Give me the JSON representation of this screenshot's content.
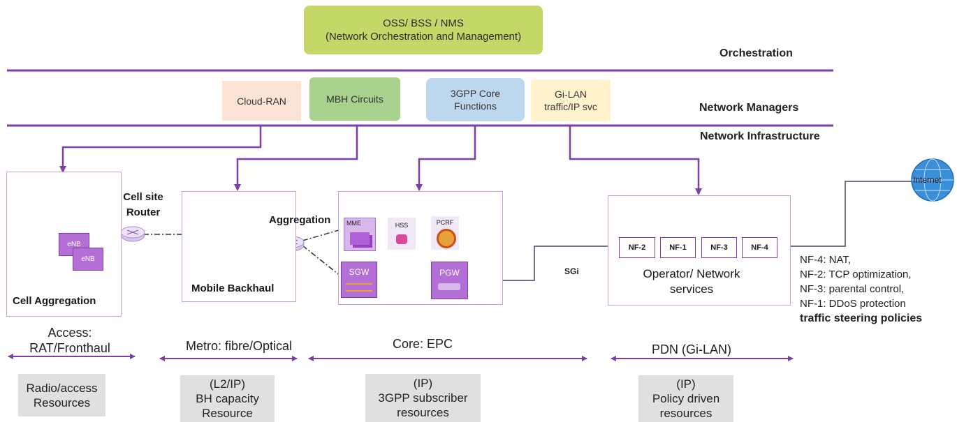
{
  "orchestrator": {
    "line1": "OSS/ BSS / NMS",
    "line2": "(Network Orchestration and Management)"
  },
  "layers": {
    "orchestration": "Orchestration",
    "managers": "Network Managers",
    "infrastructure": "Network Infrastructure"
  },
  "managers": {
    "cloud_ran": "Cloud-RAN",
    "mbh": "MBH Circuits",
    "core_line1": "3GPP Core",
    "core_line2": "Functions",
    "gilan_line1": "Gi-LAN",
    "gilan_line2": "traffic/IP svc"
  },
  "domains": {
    "cell_aggregation": "Cell Aggregation",
    "cell_site_router_line1": "Cell site",
    "cell_site_router_line2": "Router",
    "mobile_backhaul": "Mobile Backhaul",
    "aggregation": "Aggregation",
    "operator_line1": "Operator/ Network",
    "operator_line2": "services"
  },
  "nodes": {
    "enb1": "eNB",
    "enb2": "eNB",
    "mme": "MME",
    "hss": "HSS",
    "pcrf": "PCRF",
    "sgw": "SGW",
    "pgw": "PGW",
    "sgi": "SGi",
    "nf2": "NF-2",
    "nf1": "NF-1",
    "nf3": "NF-3",
    "nf4": "NF-4",
    "internet": "Internet"
  },
  "nf_legend": {
    "l1": "NF-4:  NAT,",
    "l2": "NF-2:  TCP optimization,",
    "l3": "NF-3:  parental control,",
    "l4": "NF-1:  DDoS protection",
    "l5": "traffic steering policies"
  },
  "segments": {
    "access_line1": "Access:",
    "access_line2": "RAT/Fronthaul",
    "metro": "Metro: fibre/Optical",
    "core": "Core: EPC",
    "pdn": "PDN (Gi-LAN)"
  },
  "resources": {
    "radio_line1": "Radio/access",
    "radio_line2": "Resources",
    "bh_line1": "(L2/IP)",
    "bh_line2": "BH capacity",
    "bh_line3": "Resource",
    "gpp_line1": "(IP)",
    "gpp_line2": "3GPP subscriber",
    "gpp_line3": "resources",
    "policy_line1": "(IP)",
    "policy_line2": "Policy driven",
    "policy_line3": "resources"
  },
  "colors": {
    "purple": "#7b3fa8",
    "oss_green": "#c4d867",
    "resource_gray": "#e0e0e0",
    "domain_border": "#c99ee0"
  }
}
